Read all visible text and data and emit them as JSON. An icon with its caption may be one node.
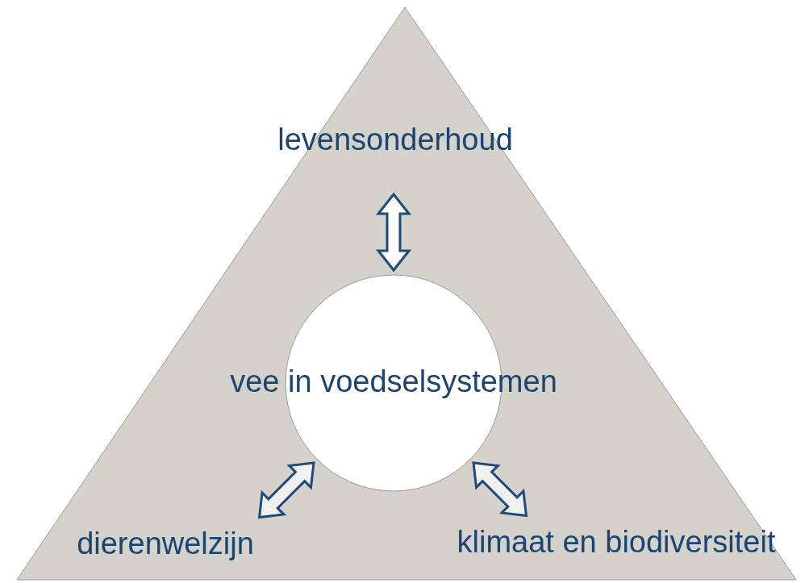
{
  "diagram": {
    "nodes": [
      {
        "text": [],
        "shape": "triangle"
      },
      {
        "text": [
          "levensonderhoud"
        ],
        "in": 0
      },
      {
        "text": [
          "vee in voedselsystemen"
        ],
        "in": 0
      },
      {
        "text": [
          "dierenwelzijn"
        ],
        "in": 0
      },
      {
        "text": [
          "klimaat en biodiversiteit"
        ],
        "in": 0
      }
    ],
    "edges": [
      {
        "from": 1,
        "to": 2,
        "arrow": "both"
      },
      {
        "from": 2,
        "to": 3,
        "arrow": "both"
      },
      {
        "from": 2,
        "to": 4,
        "arrow": "both"
      }
    ]
  }
}
